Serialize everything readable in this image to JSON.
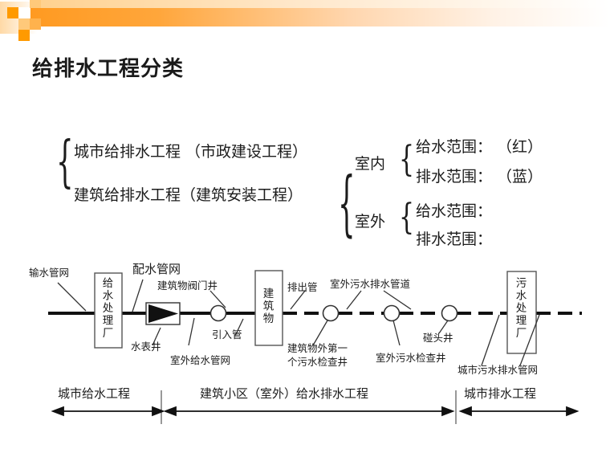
{
  "slide": {
    "title": "给排水工程分类",
    "accent_color": "#FF9A21",
    "accent_light": "#FFC97A",
    "text_color": "#1c1c1c"
  },
  "classification": {
    "brace_glyph": "{",
    "left_items": [
      "城市给排水工程 （市政建设工程）",
      "建筑给排水工程（建筑安装工程）"
    ],
    "mid_items": [
      "室内",
      "室外"
    ],
    "right_items": [
      "给水范围： （红）",
      "排水范围： （蓝）",
      "给水范围：",
      "排水范围："
    ]
  },
  "flow": {
    "boxes": [
      {
        "name": "water-treatment-plant",
        "label": "给水处理厂"
      },
      {
        "name": "building",
        "label": "建筑物"
      },
      {
        "name": "sewage-treatment-plant",
        "label": "污水处理厂"
      }
    ],
    "labels_above": [
      "输水管网",
      "配水管网",
      "建筑物阀门井",
      "排出管",
      "室外污水排水管道"
    ],
    "labels_below": [
      "水表井",
      "室外给水管网",
      "引入管",
      "建筑物外第一",
      "个污水检查井",
      "室外污水检查井",
      "碰头井",
      "城市污水排水管网"
    ]
  },
  "scope_bar": {
    "sections": [
      "城市给水工程",
      "建筑小区（室外）给水排水工程",
      "城市排水工程"
    ]
  }
}
